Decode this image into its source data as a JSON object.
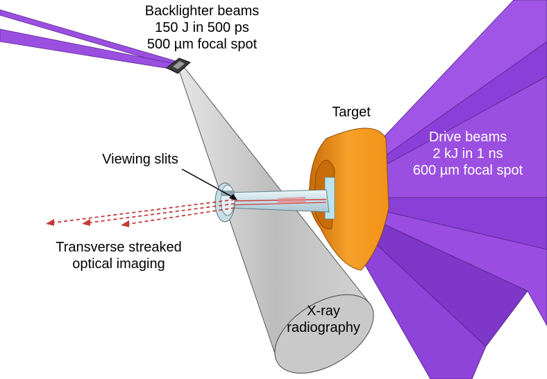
{
  "labels": {
    "backlighter": [
      "Backlighter beams",
      "150 J in 500 ps",
      "500 µm focal spot"
    ],
    "target": "Target",
    "viewing_slits": "Viewing slits",
    "drive": [
      "Drive beams",
      "2 kJ in 1 ns",
      "600 µm focal spot"
    ],
    "transverse": [
      "Transverse streaked",
      "optical imaging"
    ],
    "xray": [
      "X-ray",
      "radiography"
    ]
  },
  "colors": {
    "beam_purple": "#9b4fe0",
    "beam_purple_dark": "#7a35c4",
    "cone_gray": "#c8c8c8",
    "target_orange": "#f0931a",
    "tube_cyan": "#cfe6ee",
    "arrow_red": "#c23a3a"
  }
}
